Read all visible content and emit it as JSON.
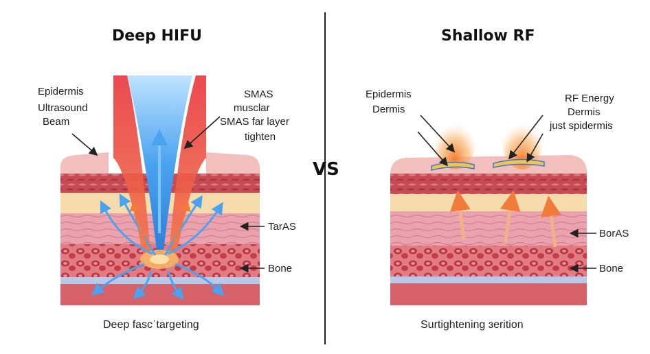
{
  "left": {
    "title": "Deep HIFU",
    "label_epidermis": "Epidermis",
    "label_beam_1": "Ultrasound",
    "label_beam_2": "Beam",
    "label_smas_1": "SMAS",
    "label_smas_2": "musclar",
    "label_smas_3": "SMAS far layer",
    "label_smas_4": "tighten",
    "label_taras": "TarAS",
    "label_bone": "Bone",
    "caption": "Deep fascˈtargeting"
  },
  "center": {
    "vs": "VS"
  },
  "right": {
    "title": "Shallow RF",
    "label_epidermis": "Epidermis",
    "label_dermis": "Dermis",
    "label_rf_1": "RF Energy",
    "label_rf_2": "Dermis",
    "label_rf_3": "just spidermis",
    "label_boras": "BorAS",
    "label_bone": "Bone",
    "caption": "Surtightening   ɜerition"
  },
  "colors": {
    "skin_top": "#f2b3b0",
    "dermis": "#c9515a",
    "fat": "#f5dca8",
    "muscle": "#e79aa6",
    "bone_layer": "#d7606a",
    "beam": "#4aa3f0",
    "heat": "#f08a3c"
  }
}
